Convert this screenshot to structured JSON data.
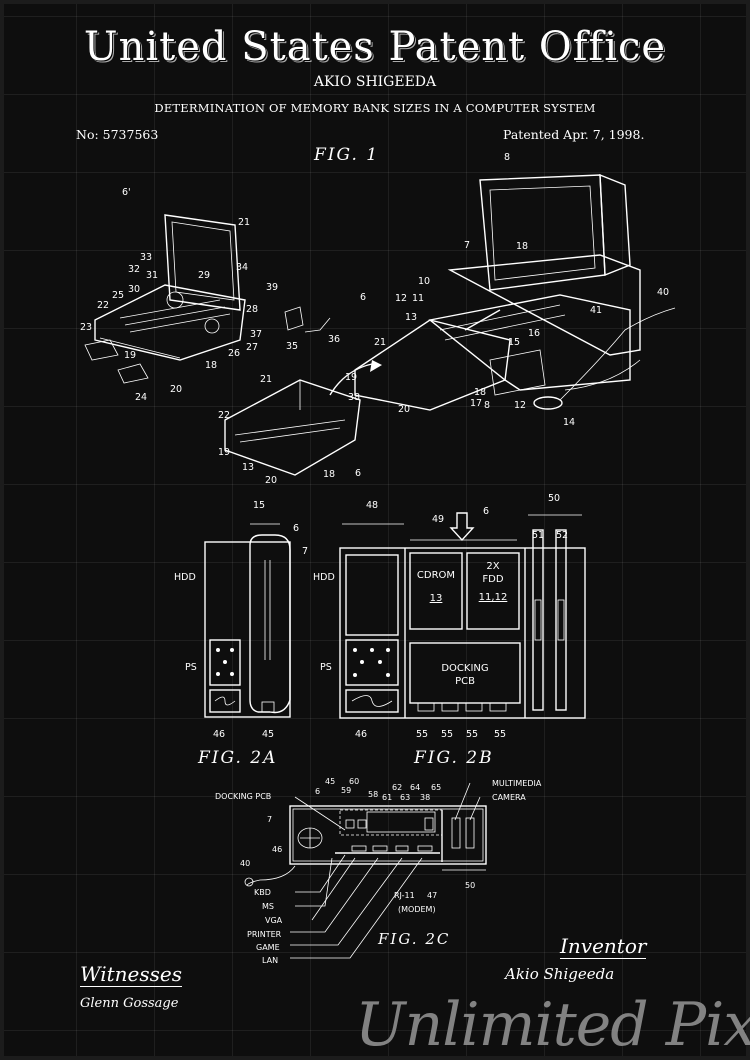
{
  "header": {
    "title": "United States Patent Office",
    "inventor": "AKIO SHIGEEDA",
    "patent_title": "DETERMINATION OF MEMORY BANK SIZES IN A COMPUTER SYSTEM",
    "patent_number": "No: 5737563",
    "patent_date": "Patented Apr. 7, 1998."
  },
  "figures": {
    "fig1": {
      "caption": "FIG. 1",
      "labels": [
        "6'",
        "21",
        "33",
        "32",
        "31",
        "30",
        "25",
        "22",
        "23",
        "19",
        "24",
        "20",
        "18",
        "26",
        "27",
        "37",
        "35",
        "36",
        "34",
        "29",
        "28",
        "39",
        "21",
        "38",
        "22",
        "19",
        "13",
        "20",
        "18",
        "6",
        "21",
        "6",
        "19",
        "20",
        "17",
        "18",
        "8",
        "12",
        "14",
        "10",
        "15",
        "16",
        "13",
        "7",
        "18",
        "8",
        "41",
        "40",
        "11",
        "12"
      ]
    },
    "fig2a": {
      "caption": "FIG. 2A",
      "labels": [
        "15",
        "6",
        "7",
        "HDD",
        "PS",
        "46",
        "45"
      ]
    },
    "fig2b": {
      "caption": "FIG. 2B",
      "labels": [
        "48",
        "49",
        "6",
        "50",
        "51",
        "52",
        "HDD",
        "PS",
        "46",
        "55",
        "55",
        "55",
        "55"
      ],
      "boxes": {
        "cdrom": "CDROM",
        "cdrom_no": "13",
        "fdd": "2X FDD",
        "fdd_no": "11,12",
        "docking": "DOCKING PCB"
      }
    },
    "fig2c": {
      "caption": "FIG. 2C",
      "labels": [
        "45",
        "60",
        "59",
        "58",
        "61",
        "62",
        "63",
        "64",
        "38",
        "65",
        "6",
        "7",
        "46",
        "40",
        "50",
        "RJ-11",
        "47",
        "(MODEM)"
      ],
      "callouts": [
        "DOCKING PCB",
        "MULTIMEDIA",
        "CAMERA",
        "KBD",
        "MS",
        "VGA",
        "PRINTER",
        "GAME",
        "LAN"
      ]
    }
  },
  "footer": {
    "witnesses_label": "Witnesses",
    "witness_signature": "Glenn Gossage",
    "inventor_label": "Inventor",
    "inventor_signature": "Akio Shigeeda",
    "watermark": "Unlimited Pixel"
  }
}
